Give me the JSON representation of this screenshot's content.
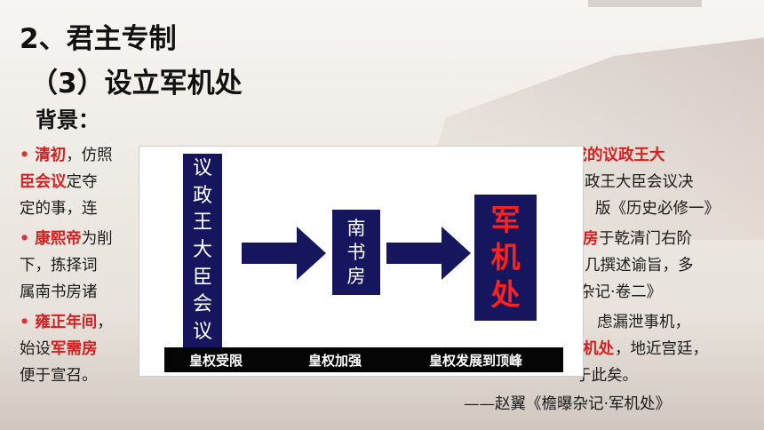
{
  "heading": "2、君主专制",
  "subheading": "（3）设立军机处",
  "background_label": "背景：",
  "text_lines": [
    {
      "bullet": "•",
      "segments": [
        {
          "text": "清初",
          "red": true
        },
        {
          "text": "，仿照",
          "red": false
        },
        {
          "text": "组成的议政王大",
          "red": true
        }
      ]
    },
    {
      "bullet": "",
      "segments": [
        {
          "text": "臣会议",
          "red": true
        },
        {
          "text": "定夺",
          "red": false
        },
        {
          "text": "政王大臣会议决",
          "red": false
        }
      ]
    },
    {
      "bullet": "",
      "segments": [
        {
          "text": "定的事，连",
          "red": false
        },
        {
          "text": "版《历史必修一》",
          "red": false
        }
      ]
    },
    {
      "bullet": "•",
      "segments": [
        {
          "text": "康熙帝",
          "red": true
        },
        {
          "text": "为削",
          "red": false
        },
        {
          "text": "房",
          "red": true
        },
        {
          "text": "于乾清门右阶",
          "red": false
        }
      ]
    },
    {
      "bullet": "",
      "segments": [
        {
          "text": "下，拣择词",
          "red": false
        },
        {
          "text": "几撰述谕旨，多",
          "red": false
        }
      ]
    },
    {
      "bullet": "",
      "segments": [
        {
          "text": "属南书房诸",
          "red": false
        },
        {
          "text": "杂记·卷二》",
          "red": false
        }
      ]
    },
    {
      "bullet": "•",
      "segments": [
        {
          "text": "雍正年间",
          "red": true
        },
        {
          "text": "，",
          "red": false
        },
        {
          "text": "虑漏泄事机，",
          "red": false
        }
      ]
    },
    {
      "bullet": "",
      "segments": [
        {
          "text": "始设",
          "red": false
        },
        {
          "text": "军需房",
          "red": true
        },
        {
          "text": "机处",
          "red": true
        },
        {
          "text": "，地近宫廷，",
          "red": false
        }
      ]
    },
    {
      "bullet": "",
      "segments": [
        {
          "text": "便于宣召。",
          "red": false
        },
        {
          "text": "于此矣。",
          "red": false
        }
      ]
    },
    {
      "bullet": "",
      "segments": [
        {
          "text": "——赵翼《檐曝杂记·军机处》",
          "red": false
        }
      ]
    }
  ],
  "diagram": {
    "stage1": [
      "议",
      "政",
      "王",
      "大",
      "臣",
      "会",
      "议"
    ],
    "stage2": [
      "南",
      "书",
      "房"
    ],
    "stage3": [
      "军",
      "机",
      "处"
    ],
    "stage_labels": [
      "皇权受限",
      "皇权加强",
      "皇权发展到顶峰"
    ],
    "colors": {
      "box": "#15165e",
      "arrow": "#15165e",
      "highlight": "#ff2020",
      "bar": "#050505"
    }
  }
}
